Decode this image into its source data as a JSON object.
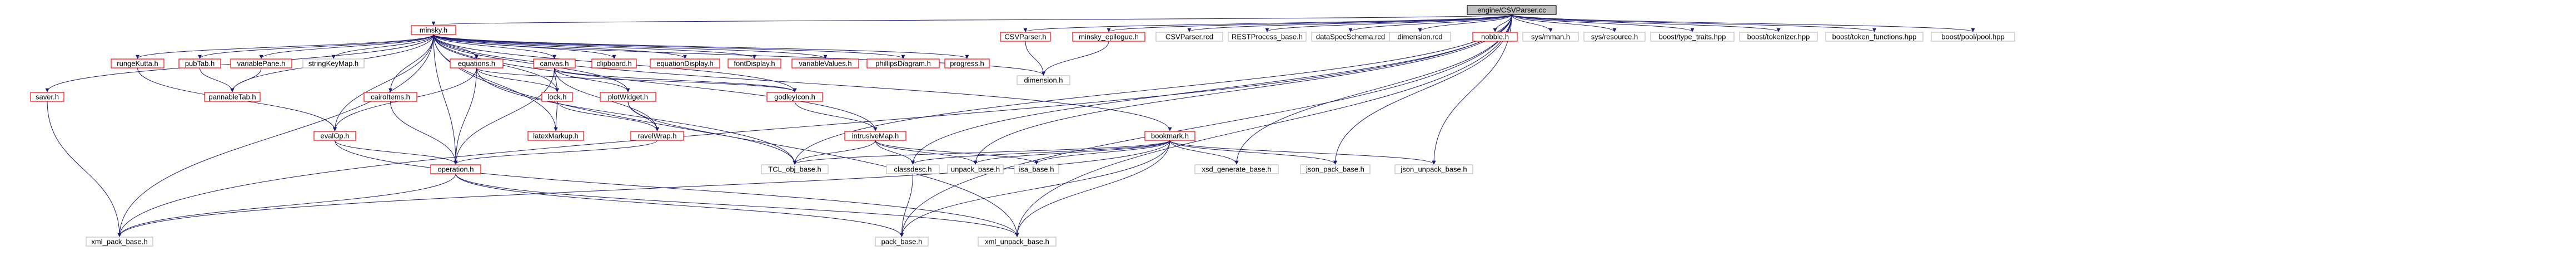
{
  "colors": {
    "edge": "#191970",
    "linked_border": "#ff0000",
    "external_border": "#bfbfbf",
    "root_fill": "#bfbfbf"
  },
  "nodes": [
    {
      "id": "root",
      "label": "engine/CSVParser.cc",
      "kind": "root"
    },
    {
      "id": "minsky",
      "label": "minsky.h",
      "kind": "linked"
    },
    {
      "id": "csvparser_h",
      "label": "CSVParser.h",
      "kind": "linked"
    },
    {
      "id": "minsky_epilogue",
      "label": "minsky_epilogue.h",
      "kind": "linked"
    },
    {
      "id": "csvparser_rcd",
      "label": "CSVParser.rcd",
      "kind": "external"
    },
    {
      "id": "restprocess",
      "label": "RESTProcess_base.h",
      "kind": "external"
    },
    {
      "id": "dataspec_rcd",
      "label": "dataSpecSchema.rcd",
      "kind": "external"
    },
    {
      "id": "dimension_rcd",
      "label": "dimension.rcd",
      "kind": "external"
    },
    {
      "id": "nobble",
      "label": "nobble.h",
      "kind": "linked"
    },
    {
      "id": "sys_mman",
      "label": "sys/mman.h",
      "kind": "external"
    },
    {
      "id": "sys_resource",
      "label": "sys/resource.h",
      "kind": "external"
    },
    {
      "id": "boost_type_traits",
      "label": "boost/type_traits.hpp",
      "kind": "external"
    },
    {
      "id": "boost_tokenizer",
      "label": "boost/tokenizer.hpp",
      "kind": "external"
    },
    {
      "id": "boost_token_functions",
      "label": "boost/token_functions.hpp",
      "kind": "external"
    },
    {
      "id": "boost_pool",
      "label": "boost/pool/pool.hpp",
      "kind": "external"
    },
    {
      "id": "rungekutta",
      "label": "rungeKutta.h",
      "kind": "linked"
    },
    {
      "id": "pubtab",
      "label": "pubTab.h",
      "kind": "linked"
    },
    {
      "id": "variablepane",
      "label": "variablePane.h",
      "kind": "linked"
    },
    {
      "id": "stringkeymap",
      "label": "stringKeyMap.h",
      "kind": "external"
    },
    {
      "id": "equations",
      "label": "equations.h",
      "kind": "linked"
    },
    {
      "id": "canvas",
      "label": "canvas.h",
      "kind": "linked"
    },
    {
      "id": "clipboard",
      "label": "clipboard.h",
      "kind": "linked"
    },
    {
      "id": "equationdisplay",
      "label": "equationDisplay.h",
      "kind": "linked"
    },
    {
      "id": "fontdisplay",
      "label": "fontDisplay.h",
      "kind": "linked"
    },
    {
      "id": "variablevalues",
      "label": "variableValues.h",
      "kind": "linked"
    },
    {
      "id": "phillipsdiagram",
      "label": "phillipsDiagram.h",
      "kind": "linked"
    },
    {
      "id": "progress",
      "label": "progress.h",
      "kind": "linked"
    },
    {
      "id": "dimension_h",
      "label": "dimension.h",
      "kind": "external"
    },
    {
      "id": "saver",
      "label": "saver.h",
      "kind": "linked"
    },
    {
      "id": "pannabletab",
      "label": "pannableTab.h",
      "kind": "linked"
    },
    {
      "id": "cairoitems",
      "label": "cairoItems.h",
      "kind": "linked"
    },
    {
      "id": "lock",
      "label": "lock.h",
      "kind": "linked"
    },
    {
      "id": "plotwidget",
      "label": "plotWidget.h",
      "kind": "linked"
    },
    {
      "id": "godleyicon",
      "label": "godleyIcon.h",
      "kind": "linked"
    },
    {
      "id": "evalop",
      "label": "evalOp.h",
      "kind": "linked"
    },
    {
      "id": "latexmarkup",
      "label": "latexMarkup.h",
      "kind": "linked"
    },
    {
      "id": "ravelwrap",
      "label": "ravelWrap.h",
      "kind": "linked"
    },
    {
      "id": "intrusivemap",
      "label": "intrusiveMap.h",
      "kind": "linked"
    },
    {
      "id": "bookmark",
      "label": "bookmark.h",
      "kind": "linked"
    },
    {
      "id": "operation",
      "label": "operation.h",
      "kind": "linked"
    },
    {
      "id": "tcl_obj_base",
      "label": "TCL_obj_base.h",
      "kind": "external"
    },
    {
      "id": "classdesc",
      "label": "classdesc.h",
      "kind": "external"
    },
    {
      "id": "unpack_base",
      "label": "unpack_base.h",
      "kind": "external"
    },
    {
      "id": "xsd_generate_base",
      "label": "xsd_generate_base.h",
      "kind": "external"
    },
    {
      "id": "json_pack_base",
      "label": "json_pack_base.h",
      "kind": "external"
    },
    {
      "id": "json_unpack_base",
      "label": "json_unpack_base.h",
      "kind": "external"
    },
    {
      "id": "isa_base",
      "label": "isa_base.h",
      "kind": "external"
    },
    {
      "id": "xml_pack_base",
      "label": "xml_pack_base.h",
      "kind": "external"
    },
    {
      "id": "pack_base",
      "label": "pack_base.h",
      "kind": "external"
    },
    {
      "id": "xml_unpack_base",
      "label": "xml_unpack_base.h",
      "kind": "external"
    }
  ],
  "edges": [
    [
      "root",
      "minsky"
    ],
    [
      "root",
      "csvparser_h"
    ],
    [
      "root",
      "minsky_epilogue"
    ],
    [
      "root",
      "csvparser_rcd"
    ],
    [
      "root",
      "restprocess"
    ],
    [
      "root",
      "dataspec_rcd"
    ],
    [
      "root",
      "dimension_rcd"
    ],
    [
      "root",
      "nobble"
    ],
    [
      "root",
      "sys_mman"
    ],
    [
      "root",
      "sys_resource"
    ],
    [
      "root",
      "boost_type_traits"
    ],
    [
      "root",
      "boost_tokenizer"
    ],
    [
      "root",
      "boost_token_functions"
    ],
    [
      "root",
      "boost_pool"
    ],
    [
      "root",
      "tcl_obj_base"
    ],
    [
      "root",
      "classdesc"
    ],
    [
      "root",
      "json_pack_base"
    ],
    [
      "root",
      "json_unpack_base"
    ],
    [
      "root",
      "xml_pack_base"
    ],
    [
      "root",
      "xml_unpack_base"
    ],
    [
      "root",
      "pack_base"
    ],
    [
      "root",
      "unpack_base"
    ],
    [
      "root",
      "xsd_generate_base"
    ],
    [
      "minsky",
      "rungekutta"
    ],
    [
      "minsky",
      "pubtab"
    ],
    [
      "minsky",
      "variablepane"
    ],
    [
      "minsky",
      "stringkeymap"
    ],
    [
      "minsky",
      "equations"
    ],
    [
      "minsky",
      "canvas"
    ],
    [
      "minsky",
      "clipboard"
    ],
    [
      "minsky",
      "equationdisplay"
    ],
    [
      "minsky",
      "fontdisplay"
    ],
    [
      "minsky",
      "variablevalues"
    ],
    [
      "minsky",
      "phillipsdiagram"
    ],
    [
      "minsky",
      "progress"
    ],
    [
      "minsky",
      "dimension_h"
    ],
    [
      "minsky",
      "saver"
    ],
    [
      "minsky",
      "pannabletab"
    ],
    [
      "minsky",
      "cairoitems"
    ],
    [
      "minsky",
      "lock"
    ],
    [
      "minsky",
      "plotwidget"
    ],
    [
      "minsky",
      "godleyicon"
    ],
    [
      "minsky",
      "evalop"
    ],
    [
      "minsky",
      "latexmarkup"
    ],
    [
      "minsky",
      "intrusivemap"
    ],
    [
      "minsky",
      "bookmark"
    ],
    [
      "minsky",
      "operation"
    ],
    [
      "minsky",
      "xml_pack_base"
    ],
    [
      "minsky",
      "xml_unpack_base"
    ],
    [
      "csvparser_h",
      "dimension_h"
    ],
    [
      "minsky_epilogue",
      "dimension_h"
    ],
    [
      "rungekutta",
      "evalop"
    ],
    [
      "pubtab",
      "pannabletab"
    ],
    [
      "variablepane",
      "pannabletab"
    ],
    [
      "equations",
      "evalop"
    ],
    [
      "equations",
      "operation"
    ],
    [
      "equations",
      "lock"
    ],
    [
      "equations",
      "godleyicon"
    ],
    [
      "equations",
      "tcl_obj_base"
    ],
    [
      "canvas",
      "lock"
    ],
    [
      "canvas",
      "plotwidget"
    ],
    [
      "canvas",
      "ravelwrap"
    ],
    [
      "canvas",
      "godleyicon"
    ],
    [
      "canvas",
      "operation"
    ],
    [
      "cairoitems",
      "operation"
    ],
    [
      "lock",
      "latexmarkup"
    ],
    [
      "lock",
      "ravelwrap"
    ],
    [
      "plotwidget",
      "ravelwrap"
    ],
    [
      "plotwidget",
      "tcl_obj_base"
    ],
    [
      "godleyicon",
      "intrusivemap"
    ],
    [
      "saver",
      "xml_pack_base"
    ],
    [
      "evalop",
      "operation"
    ],
    [
      "evalop",
      "xml_unpack_base"
    ],
    [
      "ravelwrap",
      "operation"
    ],
    [
      "intrusivemap",
      "tcl_obj_base"
    ],
    [
      "intrusivemap",
      "classdesc"
    ],
    [
      "intrusivemap",
      "unpack_base"
    ],
    [
      "intrusivemap",
      "isa_base"
    ],
    [
      "bookmark",
      "tcl_obj_base"
    ],
    [
      "bookmark",
      "classdesc"
    ],
    [
      "bookmark",
      "unpack_base"
    ],
    [
      "bookmark",
      "isa_base"
    ],
    [
      "bookmark",
      "xsd_generate_base"
    ],
    [
      "bookmark",
      "json_pack_base"
    ],
    [
      "bookmark",
      "json_unpack_base"
    ],
    [
      "bookmark",
      "xml_pack_base"
    ],
    [
      "bookmark",
      "pack_base"
    ],
    [
      "bookmark",
      "xml_unpack_base"
    ],
    [
      "operation",
      "xml_pack_base"
    ],
    [
      "operation",
      "pack_base"
    ],
    [
      "operation",
      "xml_unpack_base"
    ],
    [
      "classdesc",
      "pack_base"
    ]
  ]
}
